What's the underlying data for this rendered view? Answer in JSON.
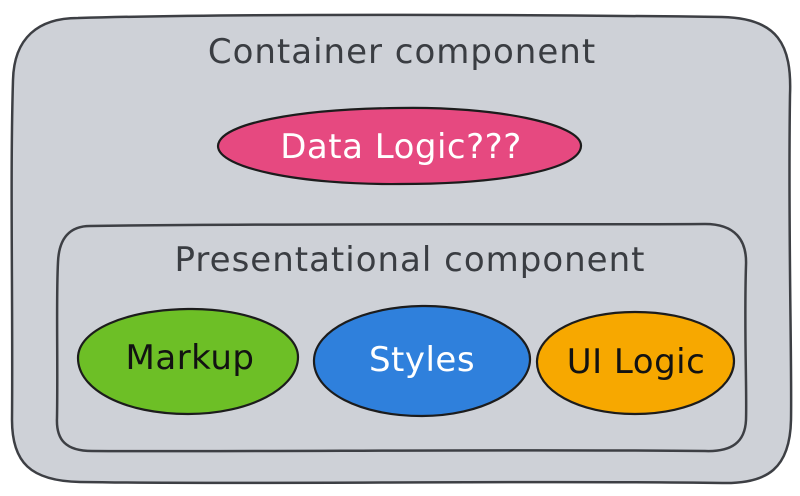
{
  "container": {
    "title": "Container component",
    "fill": "#ced1d7",
    "stroke": "#3d3f44"
  },
  "data_logic": {
    "label": "Data Logic???",
    "fill": "#e64980",
    "text_color": "#ffffff"
  },
  "presentational": {
    "title": "Presentational component",
    "stroke": "#3d3f44"
  },
  "markup": {
    "label": "Markup",
    "fill": "#6dbf26",
    "text_color": "#121212"
  },
  "styles": {
    "label": "Styles",
    "fill": "#2f80dc",
    "text_color": "#ffffff"
  },
  "ui_logic": {
    "label": "UI Logic",
    "fill": "#f7a800",
    "text_color": "#121212"
  }
}
